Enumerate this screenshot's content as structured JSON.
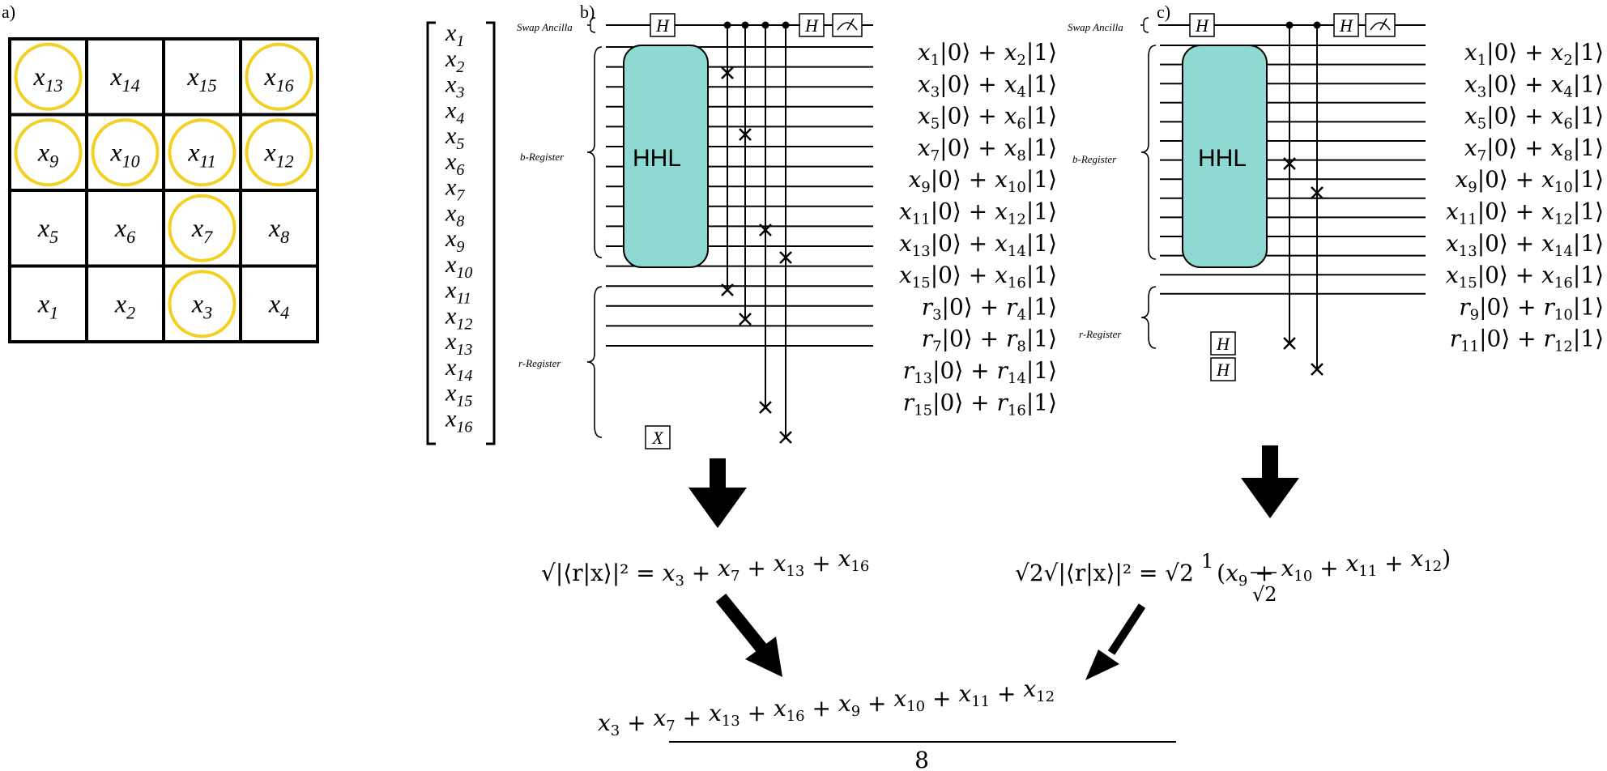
{
  "panels": {
    "a": {
      "label": "a)",
      "grid": [
        [
          {
            "t": "x",
            "s": "13",
            "c": true
          },
          {
            "t": "x",
            "s": "14",
            "c": false
          },
          {
            "t": "x",
            "s": "15",
            "c": false
          },
          {
            "t": "x",
            "s": "16",
            "c": true
          }
        ],
        [
          {
            "t": "x",
            "s": "9",
            "c": true
          },
          {
            "t": "x",
            "s": "10",
            "c": true
          },
          {
            "t": "x",
            "s": "11",
            "c": true
          },
          {
            "t": "x",
            "s": "12",
            "c": true
          }
        ],
        [
          {
            "t": "x",
            "s": "5",
            "c": false
          },
          {
            "t": "x",
            "s": "6",
            "c": false
          },
          {
            "t": "x",
            "s": "7",
            "c": true
          },
          {
            "t": "x",
            "s": "8",
            "c": false
          }
        ],
        [
          {
            "t": "x",
            "s": "1",
            "c": false
          },
          {
            "t": "x",
            "s": "2",
            "c": false
          },
          {
            "t": "x",
            "s": "3",
            "c": true
          },
          {
            "t": "x",
            "s": "4",
            "c": false
          }
        ]
      ],
      "vector": [
        "1",
        "2",
        "3",
        "4",
        "5",
        "6",
        "7",
        "8",
        "9",
        "10",
        "11",
        "12",
        "13",
        "14",
        "15",
        "16"
      ],
      "vector_var": "x"
    },
    "b": {
      "label": "b)",
      "swap_label": "Swap Ancilla",
      "b_register_label": "b-Register",
      "r_register_label": "r-Register",
      "hhl_label": "HHL",
      "h_gate": "H",
      "x_gate": "X",
      "states": [
        {
          "a": "x",
          "i": "1",
          "b": "x",
          "j": "2"
        },
        {
          "a": "x",
          "i": "3",
          "b": "x",
          "j": "4"
        },
        {
          "a": "x",
          "i": "5",
          "b": "x",
          "j": "6"
        },
        {
          "a": "x",
          "i": "7",
          "b": "x",
          "j": "8"
        },
        {
          "a": "x",
          "i": "9",
          "b": "x",
          "j": "10"
        },
        {
          "a": "x",
          "i": "11",
          "b": "x",
          "j": "12"
        },
        {
          "a": "x",
          "i": "13",
          "b": "x",
          "j": "14"
        },
        {
          "a": "x",
          "i": "15",
          "b": "x",
          "j": "16"
        },
        {
          "a": "r",
          "i": "3",
          "b": "r",
          "j": "4"
        },
        {
          "a": "r",
          "i": "7",
          "b": "r",
          "j": "8"
        },
        {
          "a": "r",
          "i": "13",
          "b": "r",
          "j": "14"
        },
        {
          "a": "r",
          "i": "15",
          "b": "r",
          "j": "16"
        }
      ],
      "result": {
        "lhs": "√|⟨r|x⟩|²",
        "eq": "=",
        "rhs_terms": [
          "3",
          "7",
          "13",
          "16"
        ]
      }
    },
    "c": {
      "label": "c)",
      "swap_label": "Swap Ancilla",
      "b_register_label": "b-Register",
      "r_register_label": "r-Register",
      "hhl_label": "HHL",
      "h_gate": "H",
      "states": [
        {
          "a": "x",
          "i": "1",
          "b": "x",
          "j": "2"
        },
        {
          "a": "x",
          "i": "3",
          "b": "x",
          "j": "4"
        },
        {
          "a": "x",
          "i": "5",
          "b": "x",
          "j": "6"
        },
        {
          "a": "x",
          "i": "7",
          "b": "x",
          "j": "8"
        },
        {
          "a": "x",
          "i": "9",
          "b": "x",
          "j": "10"
        },
        {
          "a": "x",
          "i": "11",
          "b": "x",
          "j": "12"
        },
        {
          "a": "x",
          "i": "13",
          "b": "x",
          "j": "14"
        },
        {
          "a": "x",
          "i": "15",
          "b": "x",
          "j": "16"
        },
        {
          "a": "r",
          "i": "9",
          "b": "r",
          "j": "10"
        },
        {
          "a": "r",
          "i": "11",
          "b": "r",
          "j": "12"
        }
      ],
      "result": {
        "lhs_prefix": "√2",
        "lhs": "√|⟨r|x⟩|²",
        "eq": "=",
        "coef": "√2",
        "frac_num": "1",
        "frac_den": "√2",
        "rhs_terms": [
          "9",
          "10",
          "11",
          "12"
        ]
      }
    }
  },
  "final": {
    "numerator_terms": [
      "3",
      "7",
      "13",
      "16",
      "9",
      "10",
      "11",
      "12"
    ],
    "denominator": "8"
  },
  "colors": {
    "circle": "#f2d024",
    "hhl": "#8ed9d2",
    "line": "#000000"
  }
}
